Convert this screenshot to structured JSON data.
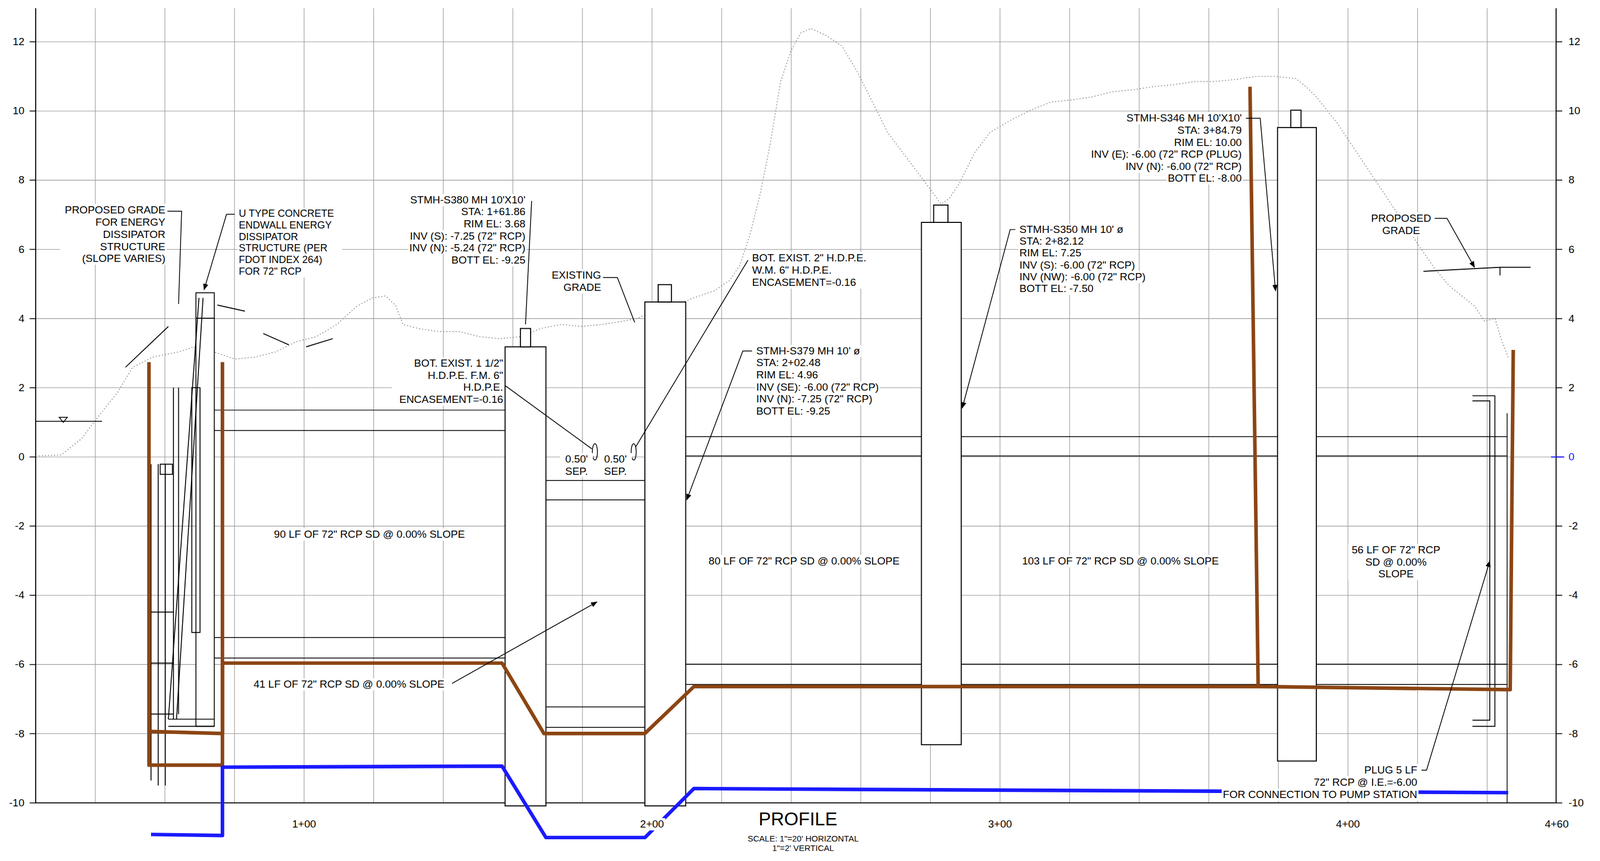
{
  "diagram": {
    "title": "PROFILE",
    "caption": "SCALE: 1\"=20' HORIZONTAL 1\"=2' VERTICAL",
    "labels": [
      "PROPOSED GRADE FOR ENERGY DISSIPATOR STRUCTURE (SLOPE VARIES)",
      "U TYPE CONCRETE ENDWALL ENERGY DISSIPATOR STRUCTURE (PER FDOT INDEX 264) FOR 72\" RCP",
      "STMH-S380 MH 10'X10'",
      "STA: 1+61.86",
      "RIM EL: 3.68",
      "INV (S): -7.25 (72\" RCP)",
      "INV (N): -5.24 (72\" RCP)",
      "BOTT EL: -9.25",
      "STMH-S379 MH 10' ø",
      "STA: 2+02.48",
      "RIM EL: 4.96",
      "INV (SE): -6.00 (72\" RCP)",
      "INV (N): -7.25 (72\" RCP)",
      "BOTT EL: -9.25",
      "STMH-S350 MH 10' ø",
      "STA: 2+82.12",
      "RIM EL: 7.25",
      "INV (S): -6.00 (72\" RCP)",
      "INV (NW): -6.00 (72\" RCP)",
      "BOTT EL: -7.50",
      "STMH-S346 MH 10'X10'",
      "STA: 3+84.79",
      "RIM EL: 10.00",
      "INV (E): -6.00 (72\" RCP (PLUG)",
      "INV (N): -6.00 (72\" RCP)",
      "BOTT EL: -8.00",
      "BOT. EXIST. 1 1/2\" H.D.P.E. F.M. 6\" H.D.P.E. ENCASEMENT=-0.16",
      "0.50' SEP.",
      "0.50' SEP.",
      "BOT. EXIST. 2\" H.D.P.E. W.M. 6\" H.D.P.E. ENCASEMENT=-0.16",
      "EXISTING GRADE",
      "90 LF OF 72\" RCP SD @ 0.00% SLOPE",
      "41 LF OF 72\" RCP SD @ 0.00% SLOPE",
      "80 LF OF 72\" RCP SD @ 0.00% SLOPE",
      "103 LF OF 72\" RCP SD @ 0.00% SLOPE",
      "56 LF OF 72\" RCP SD @ 0.00% SLOPE",
      "PLUG 5 LF",
      "72\" RCP @ I.E.=-6.00",
      "FOR CONNECTION TO PUMP STATION",
      "PROPOSED GRADE",
      "12",
      "10",
      "8",
      "6",
      "4",
      "2",
      "0",
      "-2",
      "-4",
      "-6",
      "-8",
      "-10",
      "12",
      "10",
      "8",
      "6",
      "4",
      "2",
      "0",
      "-2",
      "-4",
      "-6",
      "-8",
      "-10",
      "1+00",
      "2+00",
      "3+00",
      "4+00",
      "4+60"
    ]
  }
}
